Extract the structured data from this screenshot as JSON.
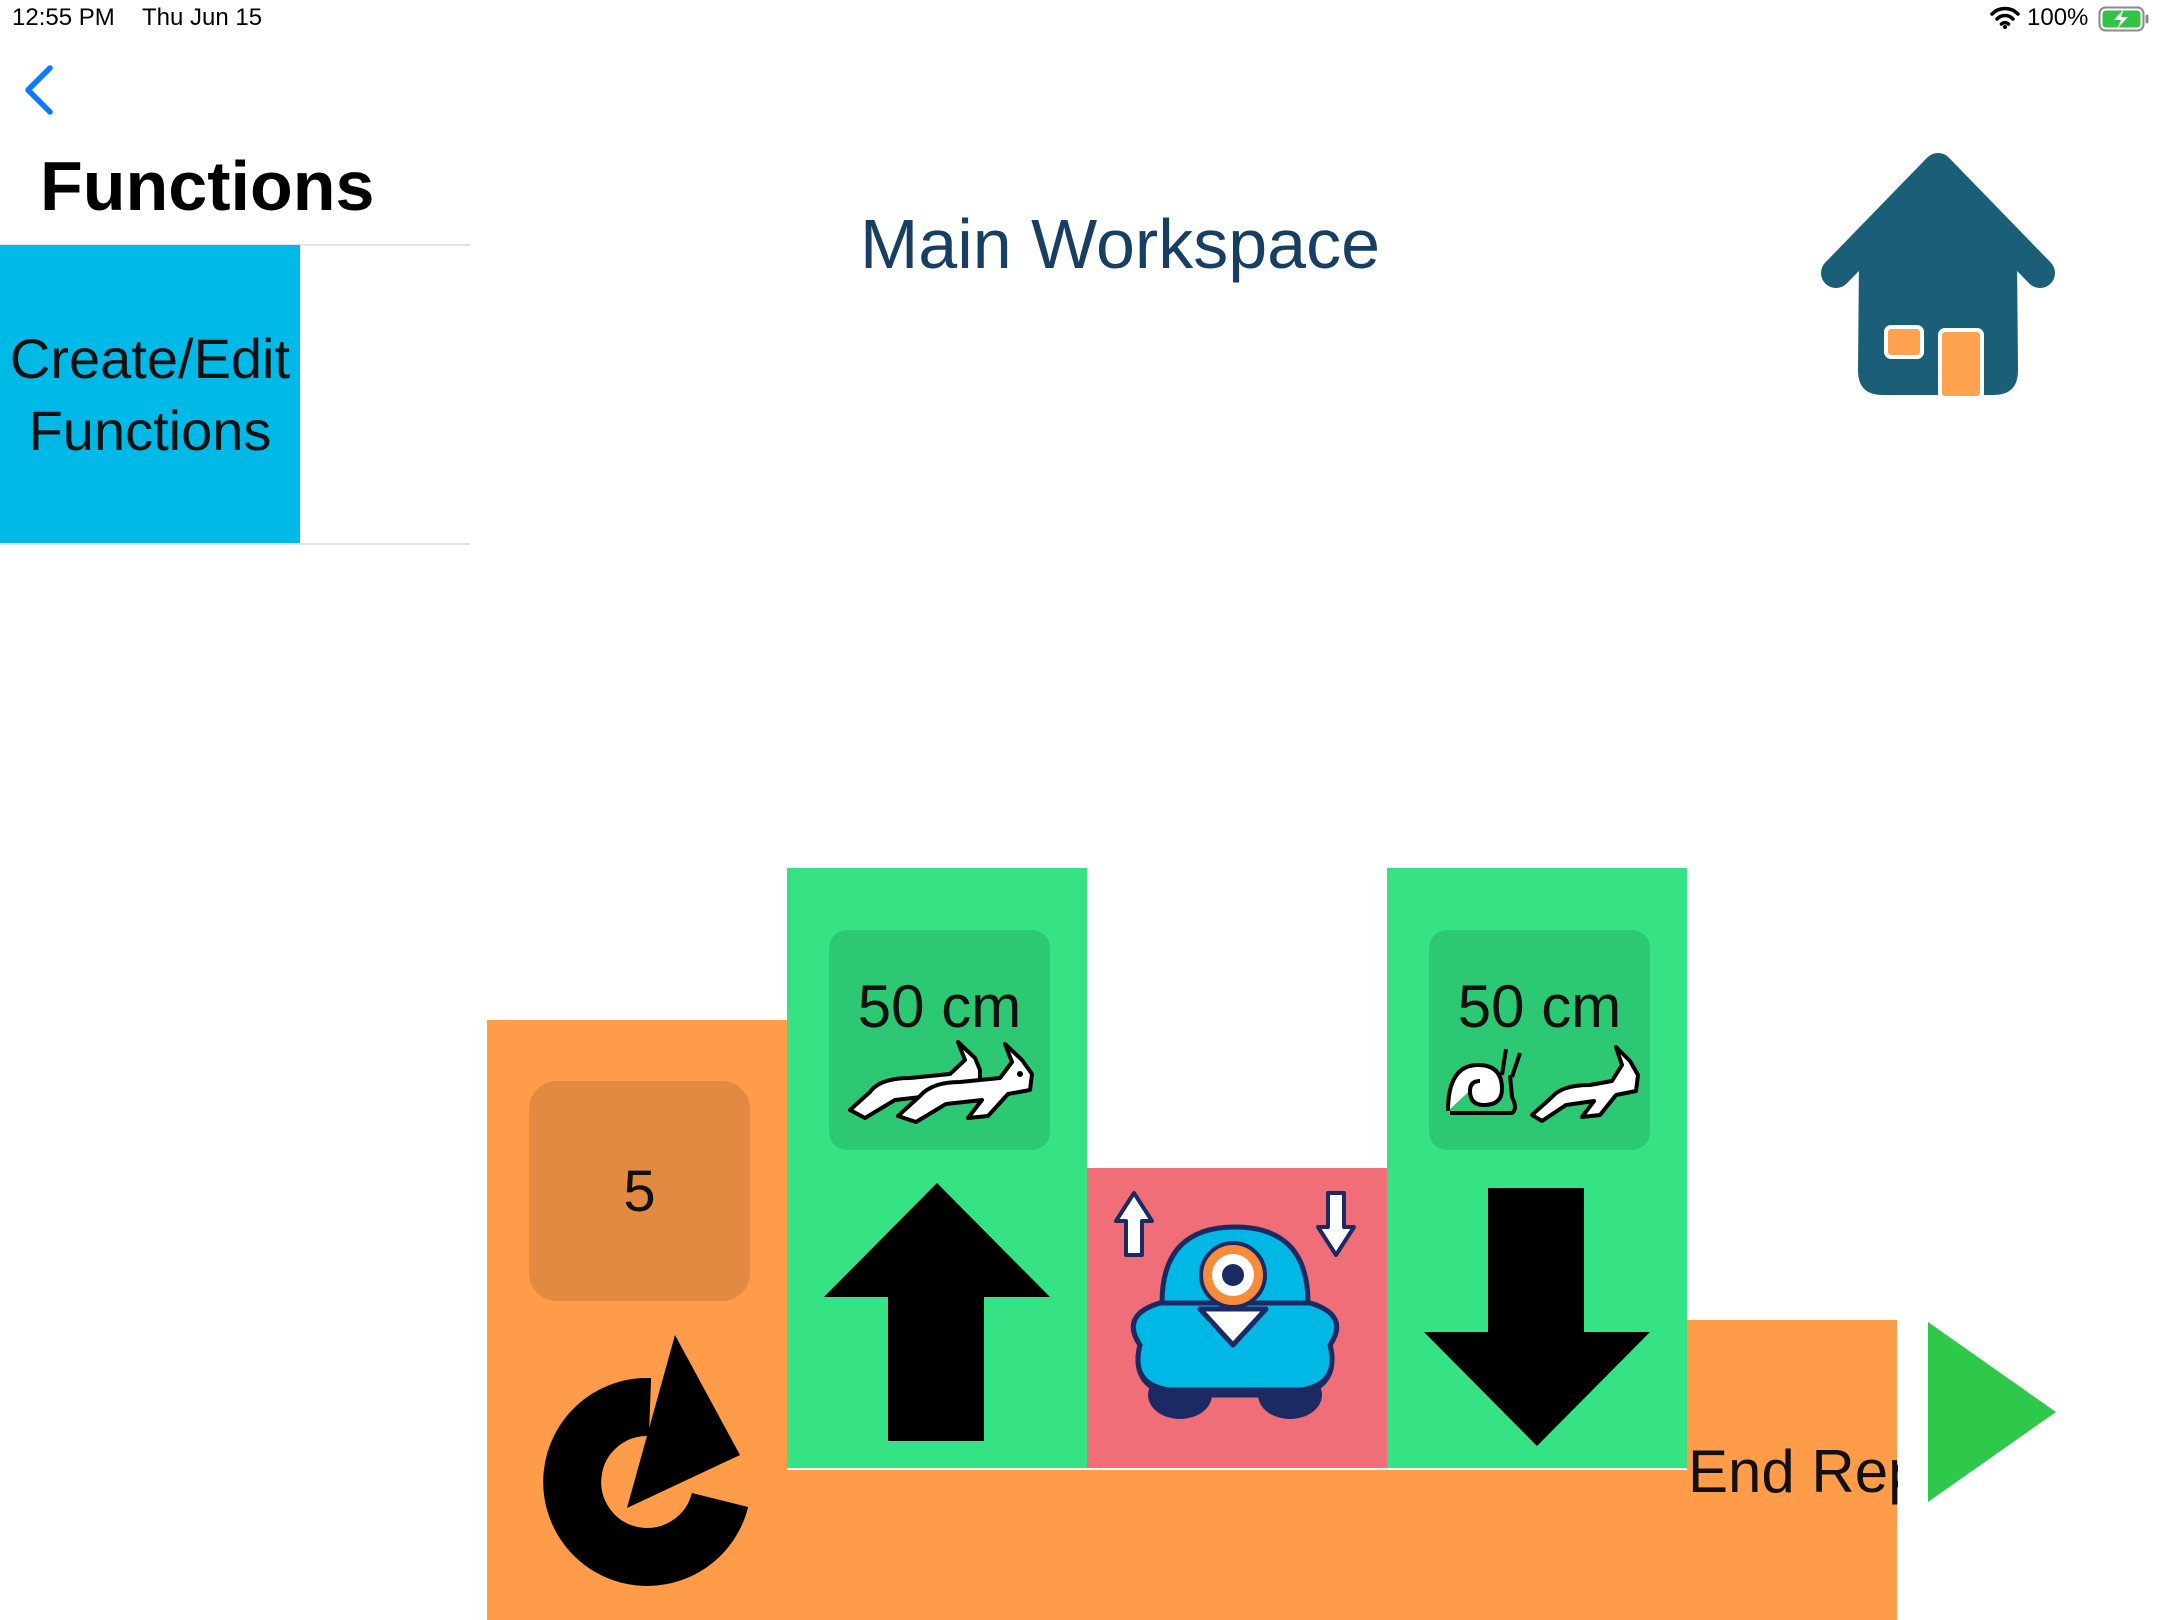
{
  "status_bar": {
    "time": "12:55 PM",
    "date": "Thu Jun 15",
    "battery": "100%"
  },
  "sidebar": {
    "title": "Functions",
    "create_button": "Create/Edit Functions"
  },
  "workspace": {
    "title": "Main Workspace"
  },
  "blocks": {
    "repeat_count": "5",
    "forward_distance": "50 cm",
    "backward_distance": "50 cm",
    "end_repeat_label": "End Rep"
  },
  "colors": {
    "accent_blue": "#00b9e6",
    "title_navy": "#173f63",
    "repeat_orange": "#fe9c4a",
    "move_green": "#35e385",
    "action_pink": "#f06e78",
    "play_green": "#2ec84a",
    "home_teal": "#1a5e77"
  }
}
